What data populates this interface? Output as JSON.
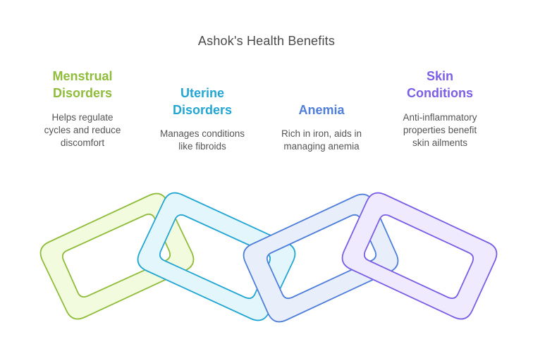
{
  "title": "Ashok's Health Benefits",
  "benefits": [
    {
      "heading_lines": [
        "Menstrual",
        "Disorders"
      ],
      "description_lines": [
        "Helps regulate",
        "cycles and reduce",
        "discomfort"
      ],
      "color": "#8fbc3a",
      "fill": "#f3fbdf"
    },
    {
      "heading_lines": [
        "Uterine",
        "Disorders"
      ],
      "description_lines": [
        "Manages conditions",
        "like fibroids"
      ],
      "color": "#23a6d3",
      "fill": "#e3f6fc"
    },
    {
      "heading_lines": [
        "Anemia"
      ],
      "description_lines": [
        "Rich in iron, aids in",
        "managing anemia"
      ],
      "color": "#4f7fdb",
      "fill": "#e9eefb"
    },
    {
      "heading_lines": [
        "Skin",
        "Conditions"
      ],
      "description_lines": [
        "Anti-inflammatory",
        "properties benefit",
        "skin ailments"
      ],
      "color": "#7a5ee6",
      "fill": "#efeafd"
    }
  ]
}
